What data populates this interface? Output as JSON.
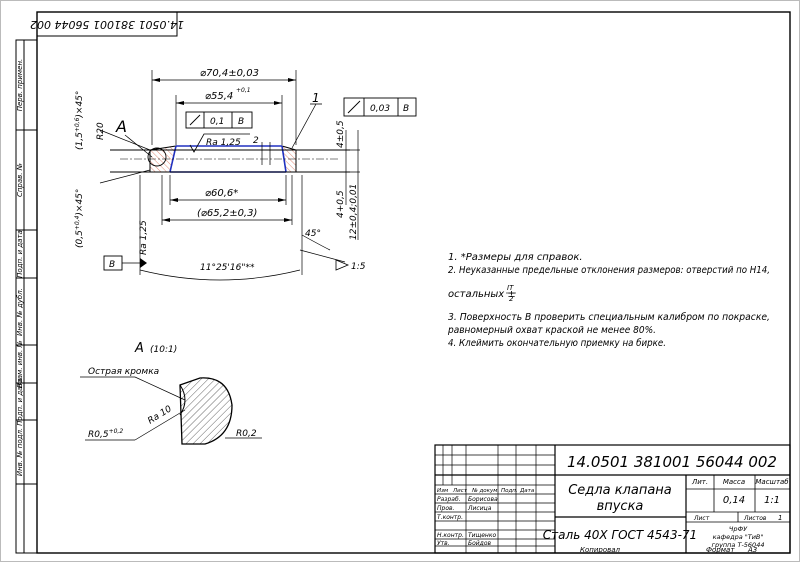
{
  "document": {
    "designation": "14.0501 381001 56044 002",
    "designation_rotated": "14.0501 381001 56044 002",
    "part_name_line1": "Седла клапана",
    "part_name_line2": "впуска",
    "material": "Сталь 40Х ГОСТ 4543-71",
    "letter_header": "Лит.",
    "mass_header": "Масса",
    "scale_header": "Масштаб",
    "mass_value": "0,14",
    "scale_value": "1:1",
    "sheet_label": "Лист",
    "sheets_label": "Листов",
    "sheets_value": "1",
    "org_line1": "ЧрФУ",
    "org_line2": "кафедра \"ТиВ\"",
    "org_line3": "группа Т-56044",
    "copied": "Копировал",
    "format_label": "Формат",
    "format_value": "А3",
    "left_margin_labels": [
      "Перв. примен.",
      "Справ. №",
      "Подп. и дата",
      "Инв. № дубл.",
      "Взам. инв. №",
      "Подп. и дата",
      "Инв. № подл."
    ],
    "stamp_headers": {
      "izm": "Изм",
      "list": "Лист",
      "doc": "№ докум.",
      "podp": "Подп.",
      "data": "Дата"
    },
    "stamp_roles": {
      "razrab": "Разраб.",
      "prov": "Пров.",
      "tkontr": "Т.контр.",
      "nkontr": "Н.контр.",
      "utv": "Утв."
    },
    "stamp_names": {
      "razrab": "Борисова",
      "prov": "Лисица",
      "nkontr": "Тищенко",
      "utv": "Бойдов"
    }
  },
  "drawing": {
    "dims": {
      "d_outer": "⌀70,4±0,03",
      "d_inner_top": "⌀55,4",
      "d_inner_top_tol": "+0,1",
      "d_bore": "⌀60,6*",
      "d_bore_ref": "(⌀65,2±0,3)",
      "chamfer_top": "(1,5",
      "chamfer_top_tol": "+0,6",
      "chamfer_top_tail": ")×45°",
      "chamfer_bot": "(0,5",
      "chamfer_bot_tol": "+0,4",
      "chamfer_bot_tail": ")×45°",
      "r20": "R20",
      "h1": "4±0,5",
      "h2": "4+0,5",
      "h3": "12±0,4;0,01",
      "angle": "11°25'16\"**",
      "angle2": "45°",
      "slope": "1:5",
      "two": "2"
    },
    "tol_frame1": {
      "value": "0,1",
      "base": "В"
    },
    "tol_frame2": {
      "value": "0,03",
      "base": "В"
    },
    "rough1": "Ra 1,25",
    "rough2": "Ra 1,25",
    "datum": "В",
    "leader_1": "1",
    "view_a": "А",
    "detail_title": "А",
    "detail_scale": "(10:1)",
    "detail_note": "Острая кромка",
    "detail_rough": "Ra 10",
    "detail_r1": "R0,5",
    "detail_r1_tol": "+0,2",
    "detail_r2": "R0,2"
  },
  "notes": {
    "n1": "1. *Размеры для справок.",
    "n2": "2. Неуказанные предельные отклонения размеров: отверстий по Н14,",
    "n2b_prefix": "остальных ±",
    "n2b_num": "IT",
    "n2b_den": "2",
    "n3a": "3. Поверхность В проверить специальным калибром по покраске,",
    "n3b": "равномерный охват краской не менее 80%.",
    "n4": "4. Клеймить окончательную приемку на бирке."
  }
}
